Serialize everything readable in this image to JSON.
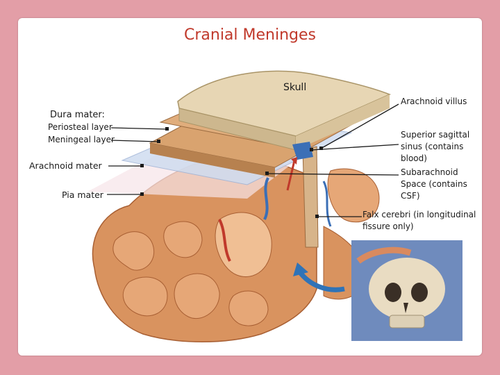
{
  "title": "Cranial Meninges",
  "labels": {
    "skull": "Skull",
    "arachnoid_villus": "Arachnoid villus",
    "dura_mater": "Dura mater:",
    "periosteal_layer": "Periosteal layer",
    "meningeal_layer": "Meningeal layer",
    "arachnoid_mater": "Arachnoid mater",
    "pia_mater": "Pia mater",
    "superior_sagittal_sinus": [
      "Superior sagittal",
      "sinus (contains",
      "blood)"
    ],
    "subarachnoid_space": [
      "Subarachnoid",
      "Space (contains",
      "CSF)"
    ],
    "falx_cerebri": [
      "Falx cerebri (in longitudinal",
      "fissure only)"
    ]
  },
  "colors": {
    "background": "#e39ea7",
    "title": "#c0392b",
    "skull": "#e7d6b4",
    "dura": "#d9a36f",
    "arachnoid": "#cfdcf0",
    "brain": "#d9935f",
    "vein": "#3b6fb6",
    "artery": "#c0392b",
    "arrow": "#2f73b7"
  },
  "icons": [
    "skull-inset-image",
    "rotation-arrow-icon"
  ]
}
